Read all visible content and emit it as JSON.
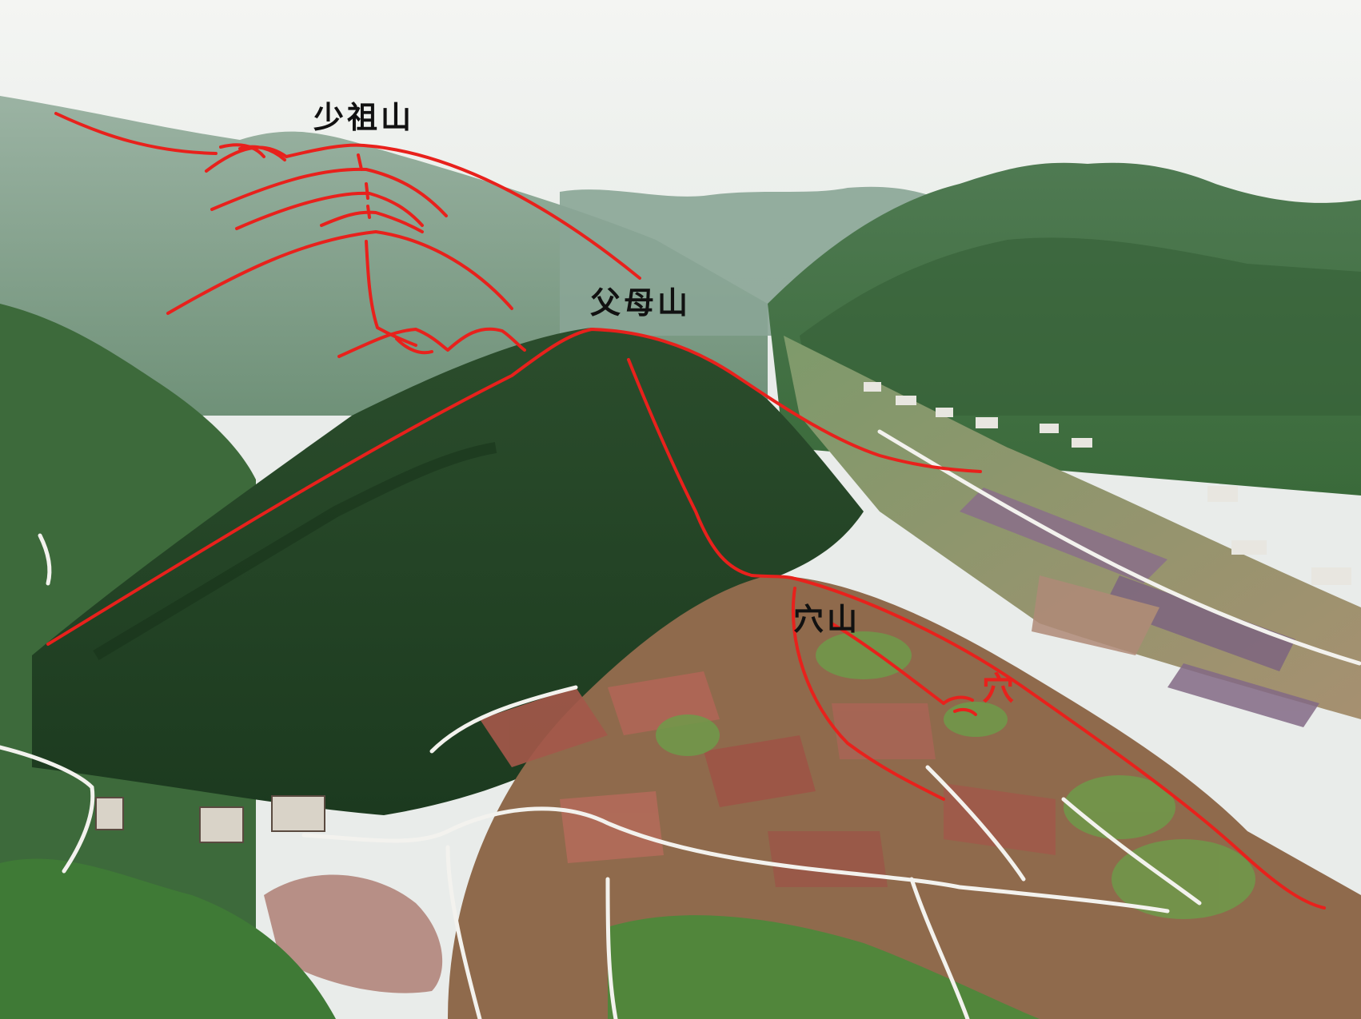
{
  "labels": {
    "shaozu_shan": "少祖山",
    "fumu_shan": "父母山",
    "xue_shan": "穴山",
    "xue": "穴"
  },
  "colors": {
    "sky": "#eef0ee",
    "mountain_far": "#8ea899",
    "mountain_mid": "#3f6b45",
    "forest_dark": "#1f3d22",
    "field_red": "#9c5a4a",
    "field_green": "#7a9a55",
    "road": "#f2f2ee",
    "annotation_line": "#e8211c",
    "label_text": "#111111",
    "xue_label": "#e8211c"
  }
}
